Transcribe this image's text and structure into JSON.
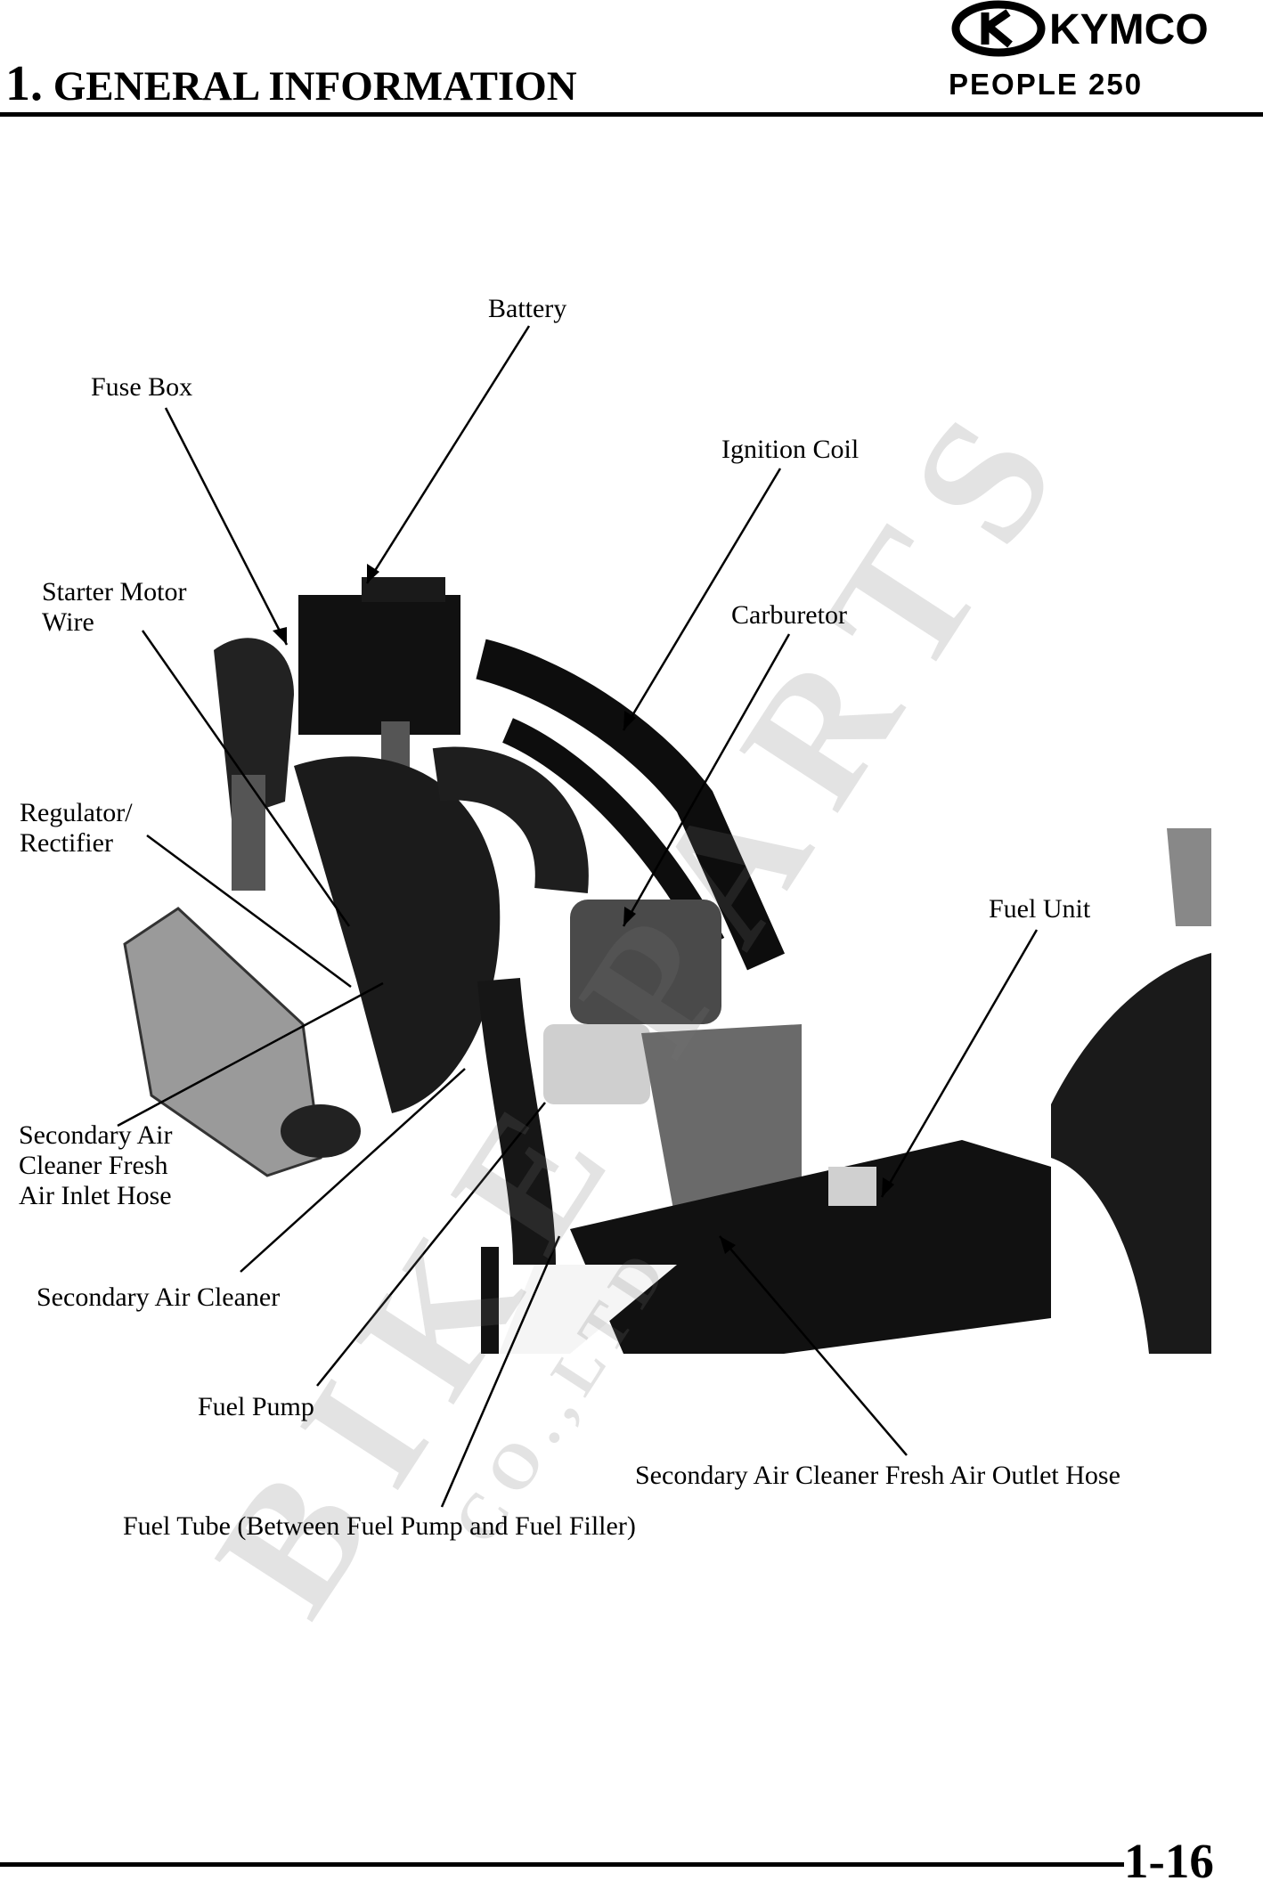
{
  "header": {
    "chapter_number": "1.",
    "chapter_title": "GENERAL INFORMATION",
    "brand": "KYMCO",
    "model": "PEOPLE 250"
  },
  "watermark": {
    "main": "BIKE PARTS",
    "sub": "CO.,LTD"
  },
  "labels": {
    "battery": "Battery",
    "fuse_box": "Fuse Box",
    "ignition_coil": "Ignition Coil",
    "starter_motor_wire_1": "Starter Motor",
    "starter_motor_wire_2": "Wire",
    "carburetor": "Carburetor",
    "regulator_1": "Regulator/",
    "regulator_2": "Rectifier",
    "fuel_unit": "Fuel Unit",
    "secondary_inlet_1": "Secondary Air",
    "secondary_inlet_2": "Cleaner Fresh",
    "secondary_inlet_3": "Air Inlet Hose",
    "secondary_air_cleaner": "Secondary Air Cleaner",
    "fuel_pump": "Fuel Pump",
    "secondary_outlet": "Secondary Air Cleaner Fresh Air Outlet Hose",
    "fuel_tube": "Fuel Tube (Between Fuel Pump and Fuel Filler)"
  },
  "footer": {
    "page_number": "1-16"
  }
}
